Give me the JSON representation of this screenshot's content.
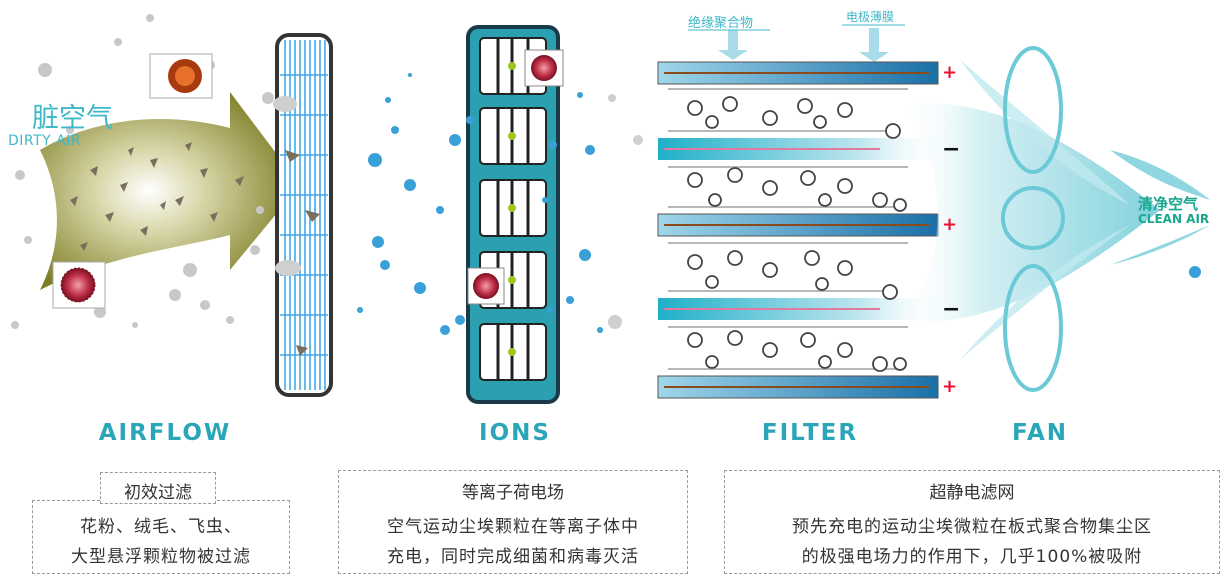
{
  "dirty_air": {
    "cn": "脏空气",
    "en": "DIRTY AIR"
  },
  "clean_air": {
    "cn": "清净空气",
    "en": "CLEAN AIR"
  },
  "callouts": {
    "insulating_polymer": "绝缘聚合物",
    "electrode_film": "电极薄膜"
  },
  "polarity": {
    "plus": "+",
    "minus": "−"
  },
  "stages": [
    {
      "label": "AIRFLOW"
    },
    {
      "label": "IONS"
    },
    {
      "label": "FILTER"
    },
    {
      "label": "FAN"
    }
  ],
  "descriptions": [
    {
      "title": "初效过滤",
      "lines": [
        "花粉、绒毛、飞虫、",
        "大型悬浮颗粒物被过滤"
      ]
    },
    {
      "title": "等离子荷电场",
      "lines": [
        "空气运动尘埃颗粒在等离子体中",
        "充电，同时完成细菌和病毒灭活"
      ]
    },
    {
      "title": "超静电滤网",
      "lines": [
        "预先充电的运动尘埃微粒在板式聚合物集尘区",
        "的极强电场力的作用下，几乎100%被吸附"
      ]
    }
  ],
  "colors": {
    "accent": "#3fb8c8",
    "stage_text": "#2aa6b8",
    "clean_text": "#1aa78f",
    "arrow": "#8a8a2a",
    "plate": "#1a6fa8"
  }
}
